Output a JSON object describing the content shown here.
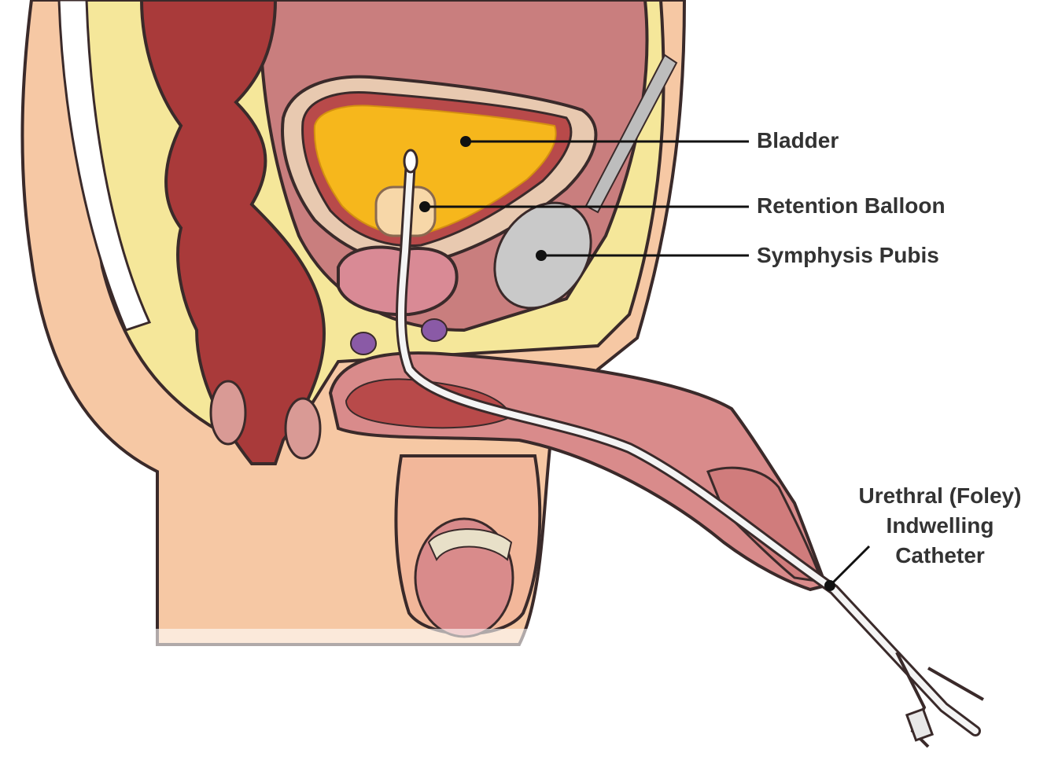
{
  "labels": {
    "bladder": "Bladder",
    "retention_balloon": "Retention Balloon",
    "symphysis_pubis": "Symphysis Pubis",
    "catheter_line1": "Urethral (Foley)",
    "catheter_line2": "Indwelling",
    "catheter_line3": "Catheter"
  },
  "colors": {
    "skin": "#f6c8a4",
    "fat": "#f5e79a",
    "muscle": "#b84a4a",
    "rectum": "#a93a3a",
    "bladder_fill": "#f6b71c",
    "bladder_wall": "#e8c9b0",
    "bone": "#c9c9c9",
    "penis": "#d98b8b",
    "prostate": "#d98a95",
    "gland": "#8a5aa6",
    "catheter": "#f4f4f4"
  }
}
